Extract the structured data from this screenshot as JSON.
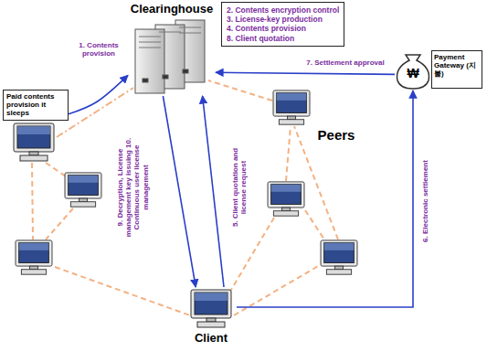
{
  "diagram": {
    "nodes": [
      {
        "text": [
          "Clearinghouse"
        ]
      },
      {
        "text": [
          "2. Contents encryption control",
          "3. License-key production",
          "4. Contents provision",
          "8. Client quotation"
        ]
      },
      {
        "text": [
          "Paid contents provision it sleeps"
        ]
      },
      {
        "text": [
          "Payment Gateway (지불)"
        ]
      },
      {
        "text": [
          "Client"
        ]
      }
    ],
    "edges": [
      {
        "from": 2,
        "to": 0,
        "label": "1. Contents provision",
        "arrow": "to"
      },
      {
        "from": 4,
        "to": 0,
        "label": "5. Client quotation and license request",
        "arrow": "to"
      },
      {
        "from": 0,
        "to": 4,
        "label": "9. Decryption, License management key issuing 10. Continuous user license management",
        "arrow": "to"
      },
      {
        "from": 4,
        "to": 3,
        "label": "6. Electronic settlement",
        "arrow": "to"
      },
      {
        "from": 3,
        "to": 0,
        "label": "7. Settlement approval",
        "arrow": "to"
      }
    ],
    "labels": [
      "₩",
      "Peers"
    ]
  }
}
